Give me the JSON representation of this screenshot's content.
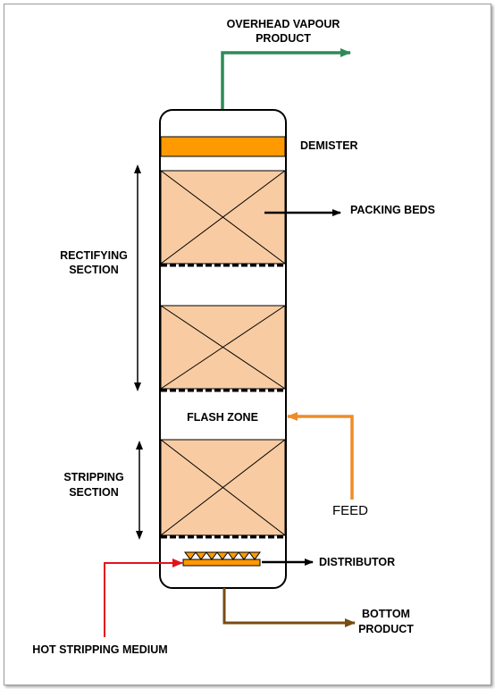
{
  "labels": {
    "overhead_line1": "OVERHEAD VAPOUR",
    "overhead_line2": "PRODUCT",
    "demister": "DEMISTER",
    "packing_beds": "PACKING BEDS",
    "rectifying_line1": "RECTIFYING",
    "rectifying_line2": "SECTION",
    "flash_zone": "FLASH ZONE",
    "stripping_line1": "STRIPPING",
    "stripping_line2": "SECTION",
    "feed": "FEED",
    "distributor": "DISTRIBUTOR",
    "bottom_line1": "BOTTOM",
    "bottom_line2": "PRODUCT",
    "hot_stripping_medium": "HOT STRIPPING MEDIUM"
  },
  "colors": {
    "overhead_line": "#2e8b57",
    "demister": "#ff9900",
    "packing": "#f8cba2",
    "feed_line": "#f08c28",
    "stripping_line": "#e0141e",
    "bottom_line": "#7a4a12",
    "pointer": "#000000"
  }
}
